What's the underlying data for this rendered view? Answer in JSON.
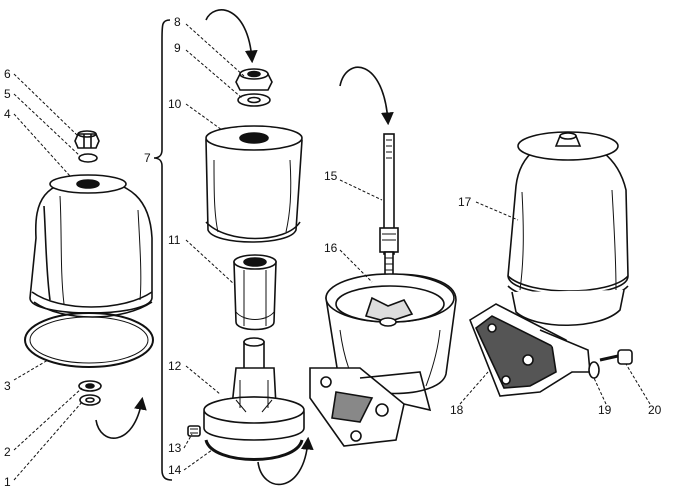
{
  "figure": {
    "labels": {
      "l1": "1",
      "l2": "2",
      "l3": "3",
      "l4": "4",
      "l5": "5",
      "l6": "6",
      "l7": "7",
      "l8": "8",
      "l9": "9",
      "l10": "10",
      "l11": "11",
      "l12": "12",
      "l13": "13",
      "l14": "14",
      "l15": "15",
      "l16": "16",
      "l17": "17",
      "l18": "18",
      "l19": "19",
      "l20": "20"
    }
  }
}
